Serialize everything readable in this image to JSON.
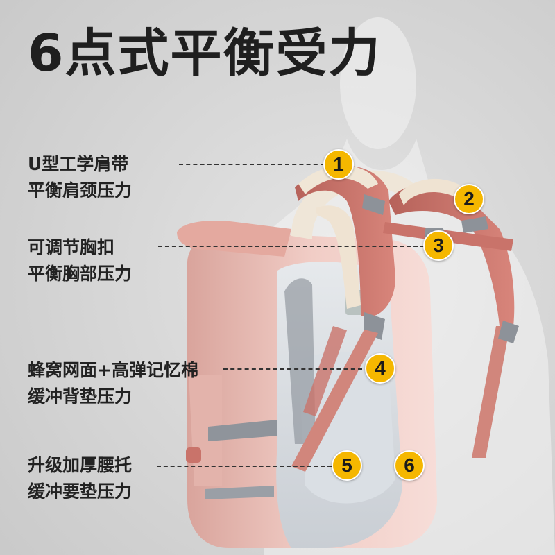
{
  "title": "6点式平衡受力",
  "features": [
    {
      "line1": "U型工学肩带",
      "line2": "平衡肩颈压力"
    },
    {
      "line1": "可调节胸扣",
      "line2": "平衡胸部压力"
    },
    {
      "line1": "蜂窝网面+高弹记忆棉",
      "line2": "缓冲背垫压力"
    },
    {
      "line1": "升级加厚腰托",
      "line2": "缓冲要垫压力"
    }
  ],
  "badges": [
    "1",
    "2",
    "3",
    "4",
    "5",
    "6"
  ],
  "colors": {
    "badge": "#f5b700",
    "strap_pink": "#c9736a",
    "bag_pink": "#f0c9c2",
    "back_panel": "#d9dde2",
    "reflective": "#8a8f96"
  }
}
